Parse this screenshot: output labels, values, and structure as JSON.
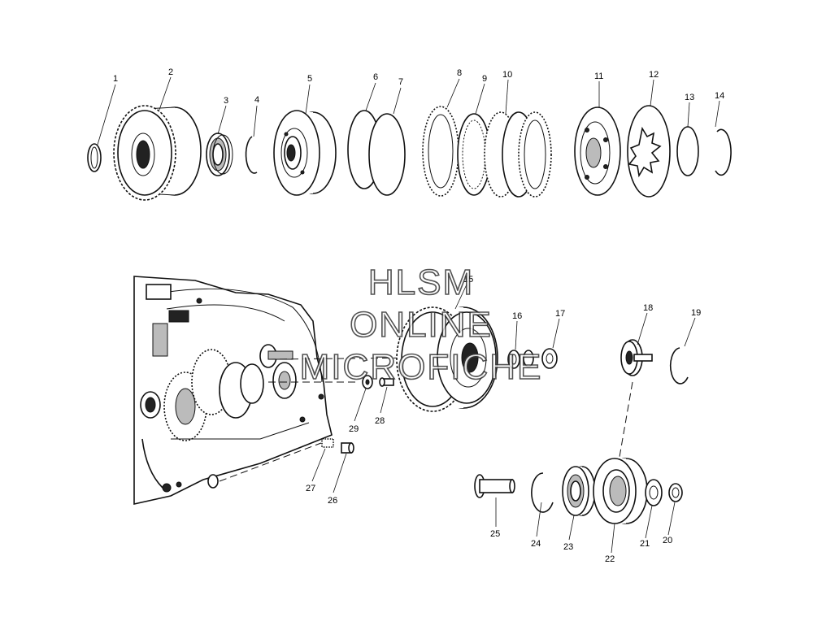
{
  "diagram": {
    "callouts": [
      "1",
      "2",
      "3",
      "4",
      "5",
      "6",
      "7",
      "8",
      "9",
      "10",
      "11",
      "12",
      "13",
      "14",
      "15",
      "16",
      "17",
      "18",
      "19",
      "20",
      "21",
      "22",
      "23",
      "24",
      "25",
      "26",
      "27",
      "28",
      "29"
    ]
  },
  "watermark": {
    "line1": "HLSM",
    "line2": "ONLINE",
    "line3": "MICROFICHE"
  },
  "colors": {
    "line": "#111111",
    "background": "#ffffff",
    "watermark_outline": "#333333"
  }
}
